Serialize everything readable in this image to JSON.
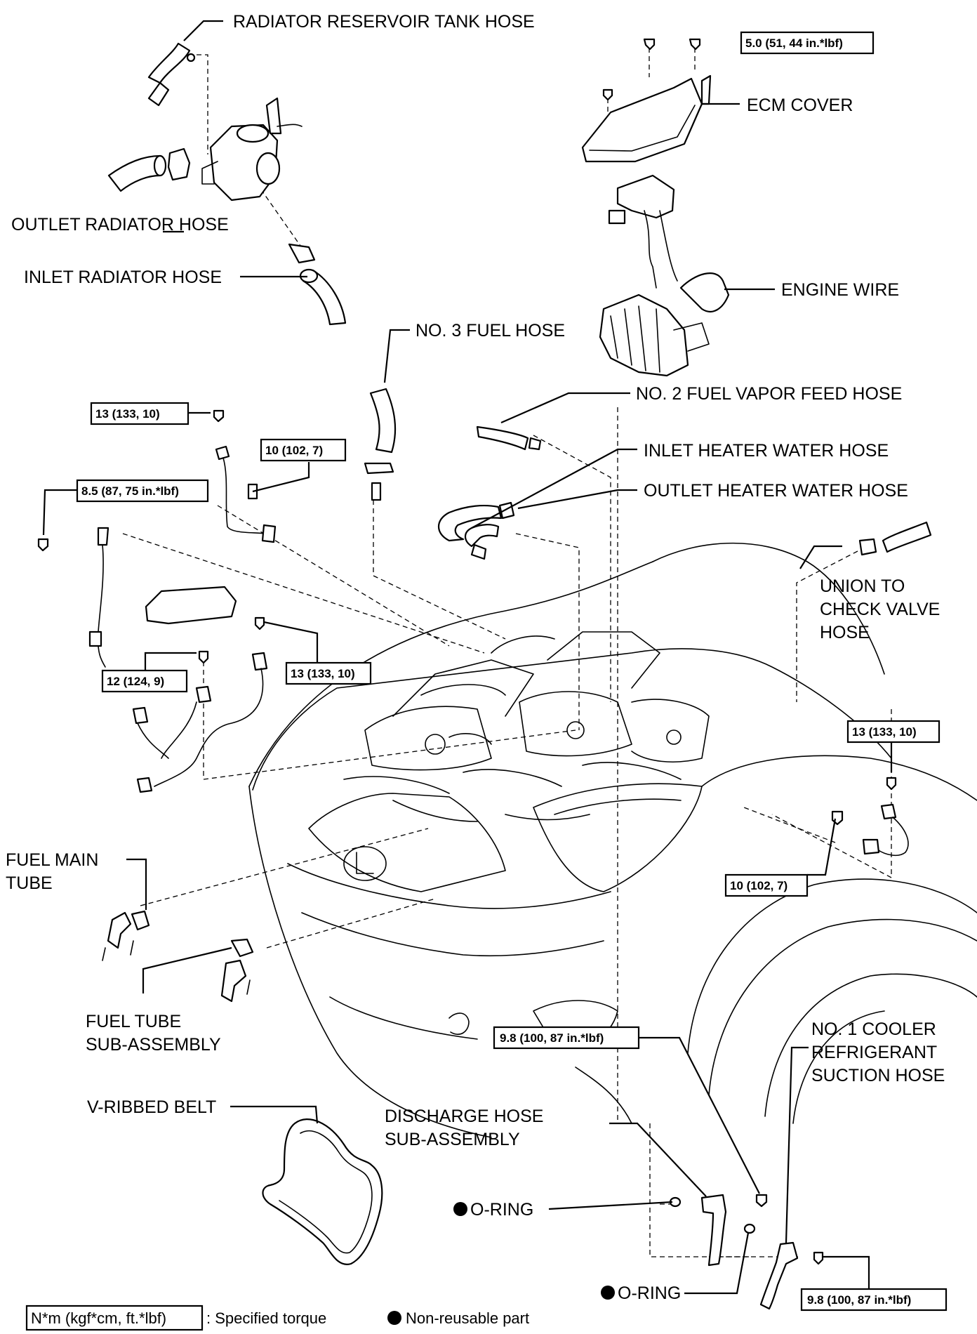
{
  "labels": {
    "radiator_reservoir_tank_hose": "RADIATOR RESERVOIR TANK HOSE",
    "outlet_radiator_hose": "OUTLET RADIATOR HOSE",
    "inlet_radiator_hose": "INLET RADIATOR HOSE",
    "ecm_cover": "ECM COVER",
    "engine_wire": "ENGINE WIRE",
    "no3_fuel_hose": "NO. 3 FUEL HOSE",
    "no2_fuel_vapor_feed_hose": "NO. 2 FUEL VAPOR FEED HOSE",
    "inlet_heater_water_hose": "INLET HEATER WATER HOSE",
    "outlet_heater_water_hose": "OUTLET HEATER WATER HOSE",
    "union_to_check_valve_hose": [
      "UNION TO",
      "CHECK VALVE",
      "HOSE"
    ],
    "fuel_main_tube": [
      "FUEL MAIN",
      "TUBE"
    ],
    "fuel_tube_sub_assembly": [
      "FUEL TUBE",
      "SUB-ASSEMBLY"
    ],
    "v_ribbed_belt": "V-RIBBED BELT",
    "discharge_hose_sub_assembly": [
      "DISCHARGE HOSE",
      "SUB-ASSEMBLY"
    ],
    "no1_cooler_refrigerant_suction_hose": [
      "NO. 1 COOLER",
      "REFRIGERANT",
      "SUCTION HOSE"
    ],
    "o_ring": "O-RING"
  },
  "torques": {
    "ecm_cover_bolt": "5.0 (51, 44 in.*lbf)",
    "ground_left_top": "13 (133, 10)",
    "ground_bracket": "10 (102, 7)",
    "ground_left_bolt": "8.5 (87, 75 in.*lbf)",
    "relay_box_nut": "13 (133, 10)",
    "harness_nut": "12 (124, 9)",
    "ground_right_bolt": "13 (133, 10)",
    "ground_right_nut": "10 (102, 7)",
    "discharge_bolt": "9.8 (100, 87 in.*lbf)",
    "suction_bolt": "9.8 (100, 87 in.*lbf)"
  },
  "legend": {
    "torque_unit": "N*m (kgf*cm, ft.*lbf)",
    "torque_desc": ": Specified torque",
    "non_reusable": "Non-reusable part"
  }
}
